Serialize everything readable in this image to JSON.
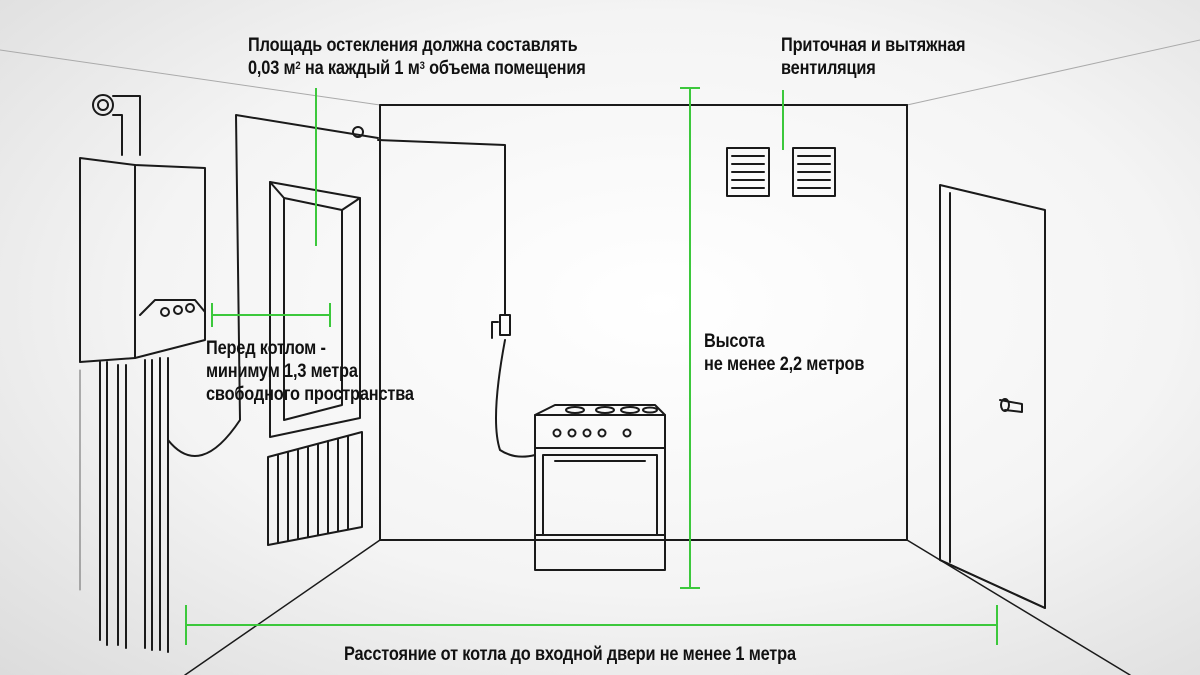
{
  "labels": {
    "glazing": {
      "line1": "Площадь остекления должна составлять",
      "line2_a": "0,03 м",
      "line2_sup1": "2",
      "line2_b": " на каждый 1 м",
      "line2_sup2": "3",
      "line2_c": " объема помещения"
    },
    "ventilation": {
      "line1": "Приточная и вытяжная",
      "line2": "вентиляция"
    },
    "boiler_clearance": {
      "line1": "Перед котлом -",
      "line2": "минимум 1,3 метра",
      "line3": "свободного пространства"
    },
    "ceiling_height": {
      "line1": "Высота",
      "line2": "не менее 2,2 метров"
    },
    "door_distance": "Расстояние от котла до входной двери не менее 1 метра"
  },
  "colors": {
    "line": "#1a1a1a",
    "accent_green": "#3cc83c",
    "text": "#111111"
  },
  "icons": [
    "boiler-icon",
    "gas-stove-icon",
    "radiator-icon",
    "window-icon",
    "door-icon",
    "vent-grille-icon",
    "gas-valve-icon"
  ]
}
